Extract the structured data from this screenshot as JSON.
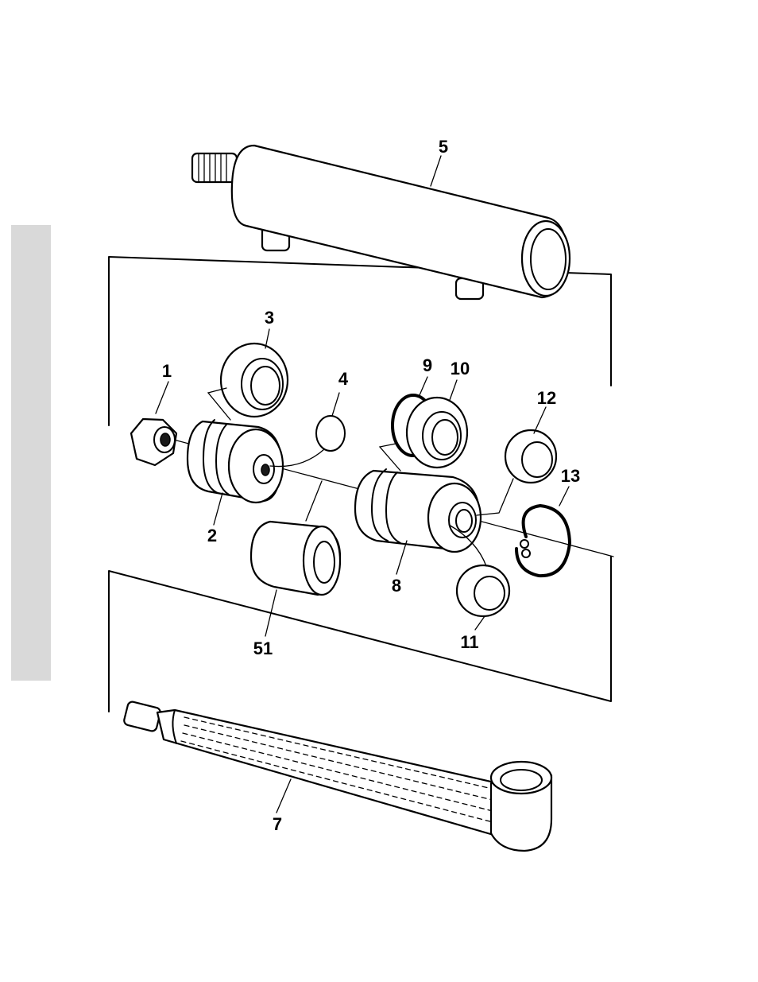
{
  "diagram": {
    "callouts": [
      {
        "id": "part-5",
        "label": "5"
      },
      {
        "id": "part-3",
        "label": "3"
      },
      {
        "id": "part-1",
        "label": "1"
      },
      {
        "id": "part-4",
        "label": "4"
      },
      {
        "id": "part-9",
        "label": "9"
      },
      {
        "id": "part-10",
        "label": "10"
      },
      {
        "id": "part-12",
        "label": "12"
      },
      {
        "id": "part-13",
        "label": "13"
      },
      {
        "id": "part-2",
        "label": "2"
      },
      {
        "id": "part-8",
        "label": "8"
      },
      {
        "id": "part-51",
        "label": "51"
      },
      {
        "id": "part-11",
        "label": "11"
      },
      {
        "id": "part-7",
        "label": "7"
      }
    ]
  }
}
